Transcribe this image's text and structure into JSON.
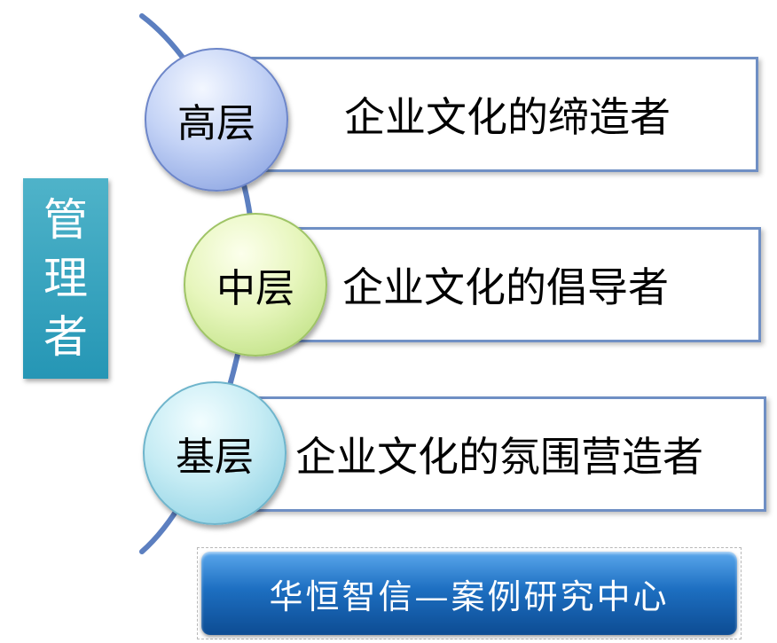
{
  "side_label": [
    "管",
    "理",
    "者"
  ],
  "levels": [
    {
      "level": "高层",
      "role": "企业文化的缔造者",
      "circle_color": "#c4d3f6"
    },
    {
      "level": "中层",
      "role": "企业文化的倡导者",
      "circle_color": "#e7f6bd"
    },
    {
      "level": "基层",
      "role": "企业文化的氛围营造者",
      "circle_color": "#c6ecf4"
    }
  ],
  "banner": "华恒智信—案例研究中心",
  "colors": {
    "side_label_bg": "#2596b5",
    "box_border": "#6f8fc4",
    "arc_line": "#5c7fc0",
    "banner_bg": "#1d6fc1"
  }
}
